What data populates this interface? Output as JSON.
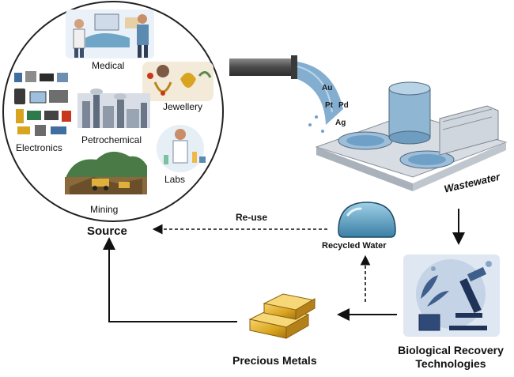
{
  "source": {
    "title": "Source",
    "sectors": {
      "medical": "Medical",
      "jewellery": "Jewellery",
      "electronics": "Electronics",
      "petrochemical": "Petrochemical",
      "labs": "Labs",
      "mining": "Mining"
    }
  },
  "metals": {
    "au": "Au",
    "pt": "Pt",
    "pd": "Pd",
    "ag": "Ag"
  },
  "wastewater": "Wastewater",
  "recycled_water": "Recycled Water",
  "reuse": "Re-use",
  "bio_recovery": {
    "line1": "Biological Recovery",
    "line2": "Technologies"
  },
  "precious_metals": "Precious Metals",
  "colors": {
    "water": "#6fa0c8",
    "gold": "#d9a521",
    "outline": "#222222",
    "arrow": "#111111",
    "lab_bg": "#dfe7f2"
  }
}
